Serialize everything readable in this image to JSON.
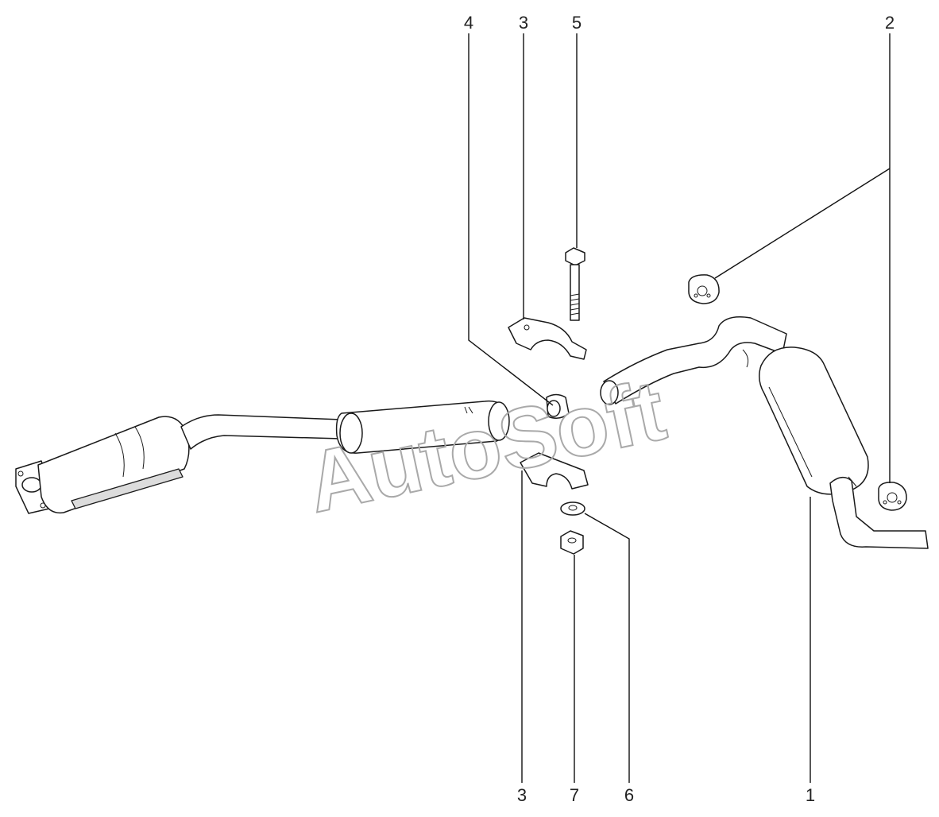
{
  "watermark": "AutoSoft",
  "callouts": {
    "c1_bottom": "1",
    "c2_top": "2",
    "c3_top": "3",
    "c3_bottom": "3",
    "c4_top": "4",
    "c5_top": "5",
    "c6_bottom": "6",
    "c7_bottom": "7"
  }
}
